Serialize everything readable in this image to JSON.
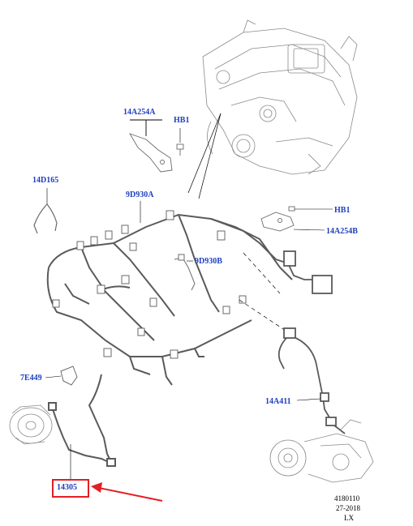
{
  "diagram": {
    "part_labels": [
      {
        "id": "p14A254A",
        "text": "14A254A"
      },
      {
        "id": "pHB1a",
        "text": "HB1"
      },
      {
        "id": "p14D165",
        "text": "14D165"
      },
      {
        "id": "p9D930A",
        "text": "9D930A"
      },
      {
        "id": "pHB1b",
        "text": "HB1"
      },
      {
        "id": "p14A254B",
        "text": "14A254B"
      },
      {
        "id": "p9D930B",
        "text": "9D930B"
      },
      {
        "id": "p7E449",
        "text": "7E449"
      },
      {
        "id": "p14A411",
        "text": "14A411"
      },
      {
        "id": "p14305",
        "text": "14305"
      }
    ],
    "reference_block": {
      "line1": "4180110",
      "line2": "27-2018",
      "line3": "LX"
    },
    "highlighted_part": "14305",
    "colors": {
      "label": "#1f3fbf",
      "highlight": "#e31e24",
      "line": "#000000",
      "drawing": "#8a8a8a"
    }
  }
}
